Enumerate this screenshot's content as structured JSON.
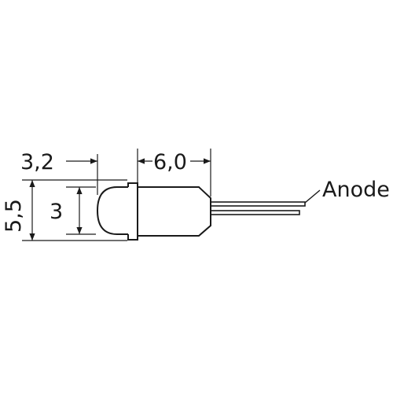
{
  "drawing": {
    "type": "LED outline dimension drawing",
    "line_color": "#1a1a1a",
    "background": "#ffffff"
  },
  "labels": {
    "width_lens": "3,2",
    "length_body": "6,0",
    "lens_height": "3",
    "overall_height": "5,5",
    "lead_label": "Anode"
  }
}
